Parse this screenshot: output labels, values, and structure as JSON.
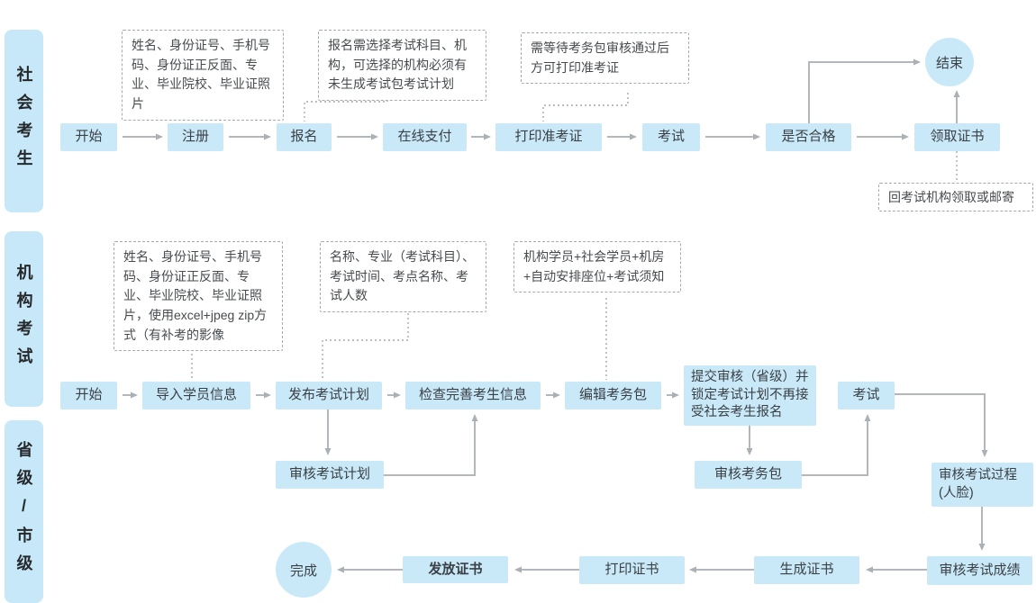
{
  "colors": {
    "node_fill": "#c9e9f8",
    "lane_fill": "#c7e8f8",
    "arrow": "#b3b7bb",
    "dashed_line": "#a5aaae",
    "text": "#3a4045"
  },
  "lanes": {
    "social": "社会考生",
    "org": "机构考试",
    "gov": "省级/市级"
  },
  "social": {
    "start": "开始",
    "register": "注册",
    "enroll": "报名",
    "pay": "在线支付",
    "print_ticket": "打印准考证",
    "exam": "考试",
    "qualified": "是否合格",
    "receive_cert": "领取证书",
    "end": "结束",
    "note_register": "姓名、身份证号、手机号码、身份证正反面、专业、毕业院校、毕业证照片",
    "note_enroll": "报名需选择考试科目、机构，可选择的机构必须有未生成考试包考试计划",
    "note_ticket": "需等待考务包审核通过后方可打印准考证",
    "note_receive": "回考试机构领取或邮寄"
  },
  "org": {
    "start": "开始",
    "import_students": "导入学员信息",
    "publish_plan": "发布考试计划",
    "check_info": "检查完善考生信息",
    "edit_pack": "编辑考务包",
    "submit_review": "提交审核（省级）并锁定考试计划不再接受社会考生报名",
    "exam": "考试",
    "note_import": "姓名、身份证号、手机号码、身份证正反面、专业、毕业院校、毕业证照片，使用excel+jpeg zip方式（有补考的影像",
    "note_plan": "名称、专业（考试科目）、考试时间、考点名称、考试人数",
    "note_pack": "机构学员+社会学员+机房+自动安排座位+考试须知"
  },
  "gov": {
    "review_plan": "审核考试计划",
    "review_pack": "审核考务包",
    "review_process": "审核考试过程(人脸)",
    "review_score": "审核考试成绩",
    "generate_cert": "生成证书",
    "print_cert": "打印证书",
    "issue_cert": "发放证书",
    "done": "完成"
  }
}
